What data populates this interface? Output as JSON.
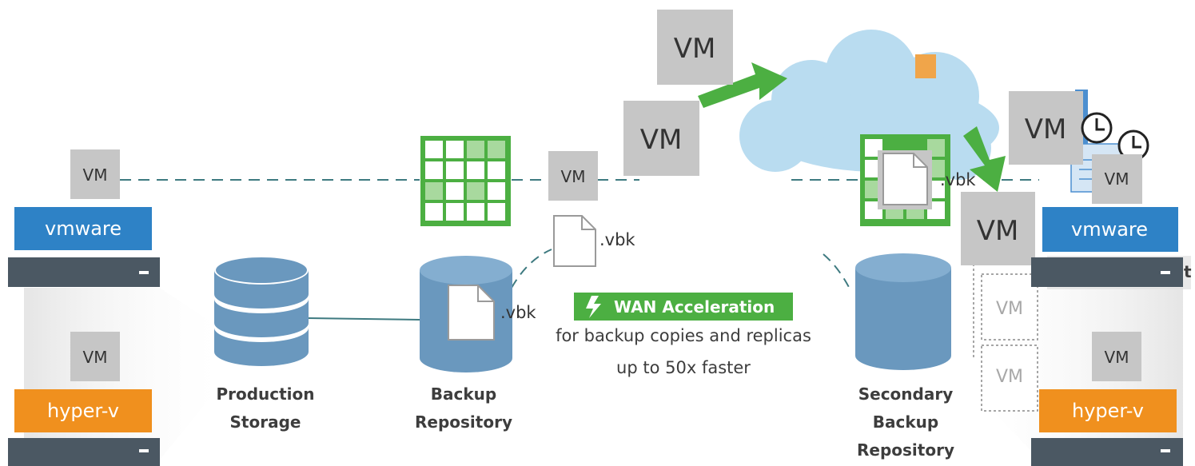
{
  "vm_label": "VM",
  "file_ext": ".vbk",
  "left_hosts": {
    "vmware": "vmware",
    "hyperv": "hyper-v"
  },
  "right_hosts": {
    "vmware": "vmware",
    "hyperv": "hyper-v"
  },
  "storage": {
    "production": [
      "Production",
      "Storage"
    ],
    "backup": [
      "Backup",
      "Repository"
    ],
    "secondary": [
      "Secondary",
      "Backup",
      "Repository"
    ]
  },
  "wan": {
    "title": "WAN Acceleration",
    "line1": "for backup copies and replicas",
    "line2": "up to 50x faster"
  },
  "truncated_label": "t",
  "colors": {
    "vmware": "#2e82c6",
    "hyperv": "#f0901e",
    "server": "#4b5863",
    "db": "#6a98be",
    "green": "#4caf42",
    "cloud": "#b9dcf0",
    "vm_box": "#c6c6c6"
  }
}
